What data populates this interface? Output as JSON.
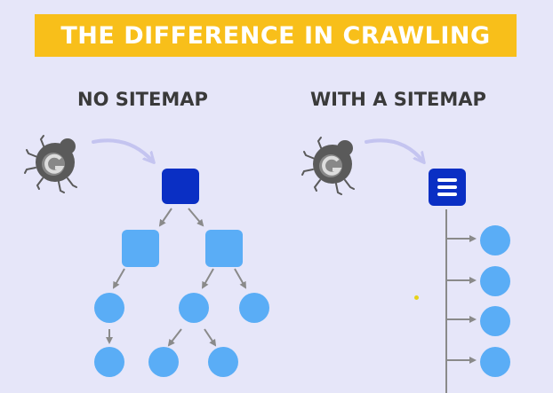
{
  "title": "THE DIFFERENCE IN CRAWLING",
  "left_heading": "NO SITEMAP",
  "right_heading": "WITH A SITEMAP",
  "colors": {
    "background": "#e6e6f9",
    "banner": "#f8bf1a",
    "banner_text": "#ffffff",
    "heading_text": "#3a3a3a",
    "root_node": "#0a2fc4",
    "child_node": "#5aadf6",
    "arrow": "#8a8a8a",
    "crawler_arrow": "#c4c4f0",
    "crawler": "#5a5a5a"
  },
  "icons": [
    "crawler-bug-icon",
    "sitemap-list-icon"
  ]
}
